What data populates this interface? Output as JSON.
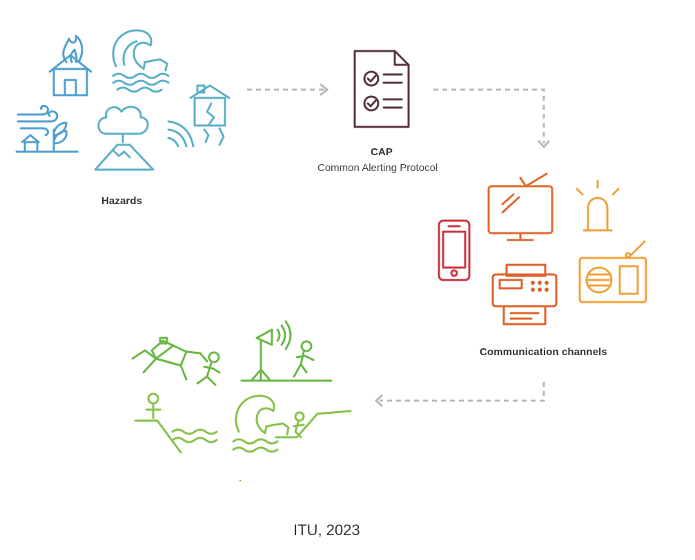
{
  "diagram": {
    "nodes": {
      "hazards": {
        "label": "Hazards"
      },
      "cap": {
        "label": "CAP",
        "sublabel": "Common Alerting Protocol"
      },
      "channels": {
        "label": "Communication channels"
      },
      "response": {
        "label": ""
      }
    },
    "edges": [
      {
        "from": "hazards",
        "to": "cap",
        "style": "dashed"
      },
      {
        "from": "cap",
        "to": "channels",
        "style": "dashed"
      },
      {
        "from": "channels",
        "to": "response",
        "style": "dashed"
      }
    ],
    "colors": {
      "hazards": "#4f9fd0",
      "cap": "#5a3442",
      "channels": "#e0622a",
      "response": "#6ab845",
      "arrow": "#b8b8b8"
    }
  },
  "caption": "ITU, 2023"
}
